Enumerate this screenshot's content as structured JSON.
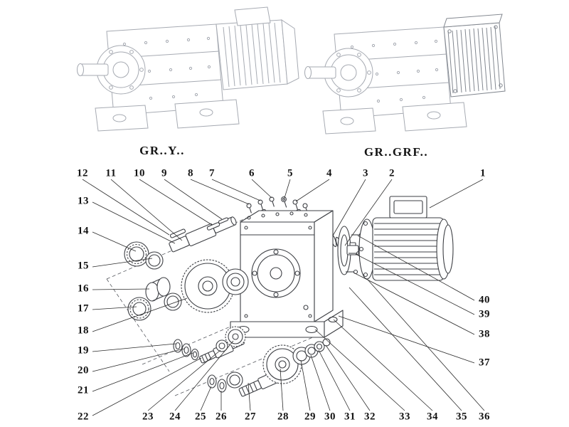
{
  "page": {
    "title": "Gear reducer exploded parts diagram",
    "background": "#ffffff"
  },
  "variant_labels": {
    "left": "GR..Y..",
    "right": "GR..GRF.."
  },
  "callouts": {
    "top": [
      "12",
      "11",
      "10",
      "9",
      "8",
      "7",
      "6",
      "5",
      "4",
      "3",
      "2",
      "1"
    ],
    "left": [
      "13",
      "14",
      "15",
      "16",
      "17",
      "18",
      "19",
      "20",
      "21",
      "22"
    ],
    "bottom": [
      "23",
      "24",
      "25",
      "26",
      "27",
      "28",
      "29",
      "30",
      "31",
      "32",
      "33",
      "34",
      "35",
      "36"
    ],
    "right": [
      "40",
      "39",
      "38",
      "37"
    ]
  },
  "colors": {
    "leader_line": "#2c2c2c",
    "part_line": "#3d3f44",
    "reference_line": "#a6aab2",
    "text": "#141414"
  }
}
